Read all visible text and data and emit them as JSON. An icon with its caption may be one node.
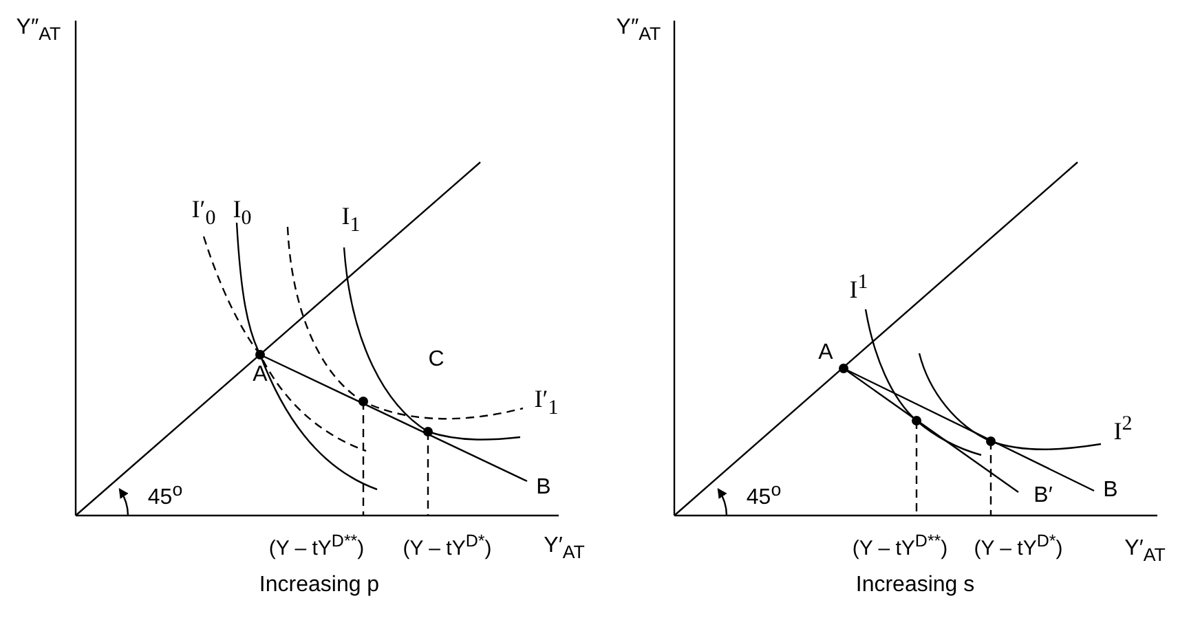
{
  "diagram": {
    "labels": [
      "Y″$_{AT}$",
      "I′$_{0}$",
      "I$_{0}$",
      "I$_{1}$",
      "C",
      "A",
      "I′$_{1}$",
      "45$^{o}$",
      "B",
      "(Y – tY$^{D**}$)",
      "(Y – tY$^{D*}$)",
      "Y′$_{AT}$",
      "Increasing p",
      "Y″$_{AT}$",
      "I$^{1}$",
      "A",
      "I$^{2}$",
      "45$^{o}$",
      "B′",
      "B",
      "(Y – tY$^{D**}$)",
      "(Y – tY$^{D*}$)",
      "Y′$_{AT}$",
      "Increasing s"
    ]
  }
}
